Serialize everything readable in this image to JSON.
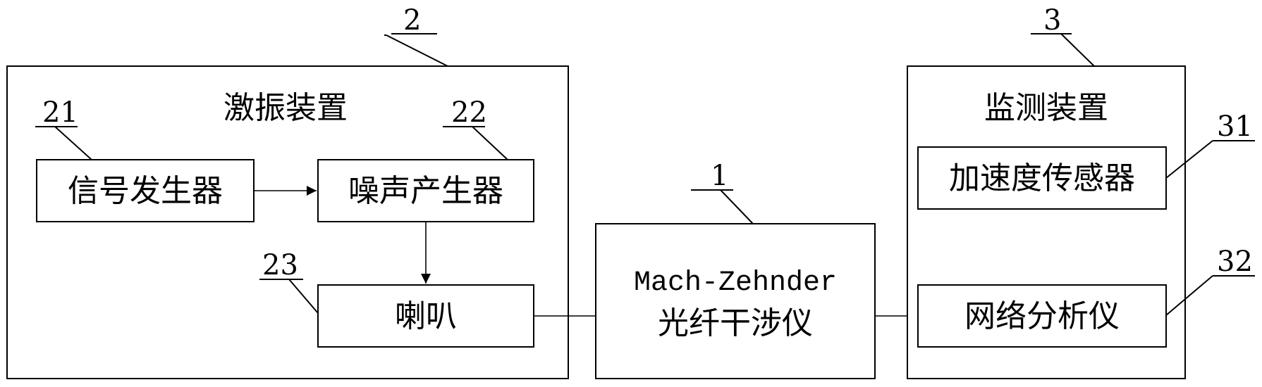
{
  "exciter": {
    "ref": "2",
    "title": "激振装置",
    "signal_generator": {
      "ref": "21",
      "label": "信号发生器"
    },
    "noise_generator": {
      "ref": "22",
      "label": "噪声产生器"
    },
    "speaker": {
      "ref": "23",
      "label": "喇叭"
    }
  },
  "interferometer": {
    "ref": "1",
    "label_line1": "Mach-Zehnder",
    "label_line2": "光纤干涉仪"
  },
  "monitor": {
    "ref": "3",
    "title": "监测装置",
    "accelerometer": {
      "ref": "31",
      "label": "加速度传感器"
    },
    "network_analyzer": {
      "ref": "32",
      "label": "网络分析仪"
    }
  }
}
